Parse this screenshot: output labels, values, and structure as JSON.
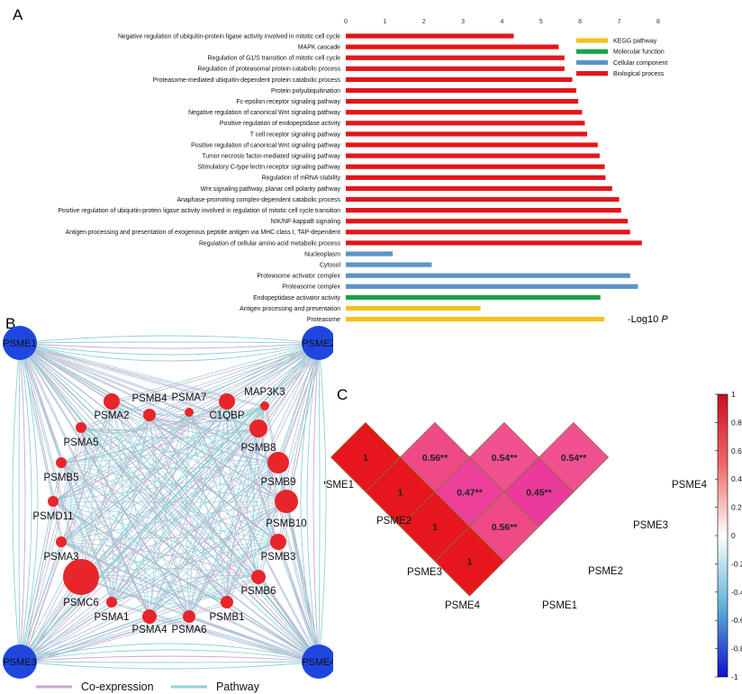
{
  "chart_data": [
    {
      "type": "bar",
      "panel_label": "A",
      "orientation": "horizontal",
      "xlabel_main": "-Log10 ",
      "xlabel_italic": "P",
      "xlim": [
        0,
        8
      ],
      "ticks": [
        "0",
        "1",
        "2",
        "3",
        "4",
        "5",
        "6",
        "7",
        "8"
      ],
      "legend_position": "top-right",
      "legend": [
        {
          "name": "KEGG pathway",
          "color": "#f2c21b"
        },
        {
          "name": "Molecular function",
          "color": "#1f9e4a"
        },
        {
          "name": "Cellular component",
          "color": "#5b94c8"
        },
        {
          "name": "Biological process",
          "color": "#e3161b"
        }
      ],
      "bars": [
        {
          "label": "Negative regulation of ubiquitin-protein ligase activity involved in mitotic cell cycle",
          "value": 4.3,
          "group": 3
        },
        {
          "label": "MAPK cascade",
          "value": 5.45,
          "group": 3
        },
        {
          "label": "Regulation of G1/S transition of mitotic cell cycle",
          "value": 5.6,
          "group": 3
        },
        {
          "label": "Regulation of proteasomal protein catabolic process",
          "value": 5.6,
          "group": 3
        },
        {
          "label": "Proteasome-mediated ubiquitin-dependent protein catabolic process",
          "value": 5.8,
          "group": 3
        },
        {
          "label": "Protein polyubiquitination",
          "value": 5.9,
          "group": 3
        },
        {
          "label": "Fc-epsilon receptor signaling pathway",
          "value": 5.95,
          "group": 3
        },
        {
          "label": "Negative regulation of canonical Wnt signaling pathway",
          "value": 6.05,
          "group": 3
        },
        {
          "label": "Positive regulation of endopeptidase activity",
          "value": 6.12,
          "group": 3
        },
        {
          "label": "T cell receptor signaling pathway",
          "value": 6.18,
          "group": 3
        },
        {
          "label": "Positive regulation of canonical Wnt signaling pathway",
          "value": 6.45,
          "group": 3
        },
        {
          "label": "Tumor necrosis factor-mediated signaling pathway",
          "value": 6.5,
          "group": 3
        },
        {
          "label": "Stimulatory C-type lectin receptor signaling pathway",
          "value": 6.63,
          "group": 3
        },
        {
          "label": "Regulation of mRNA stability",
          "value": 6.65,
          "group": 3
        },
        {
          "label": "Wnt signaling pathway, planar cell polarity pathway",
          "value": 6.82,
          "group": 3
        },
        {
          "label": "Anaphase-promoting complex-dependent catabolic process",
          "value": 7.0,
          "group": 3
        },
        {
          "label": "Positive regulation of ubiquitin-protein ligase activity involved in regulation of mitotic cell cycle transition",
          "value": 7.05,
          "group": 3
        },
        {
          "label": "NIK/NF-kappaB signaling",
          "value": 7.22,
          "group": 3
        },
        {
          "label": "Antigen processing and presentation of exogenous peptide antigen via MHC class I, TAP-dependent",
          "value": 7.28,
          "group": 3
        },
        {
          "label": "Regulation of cellular amino acid metabolic process",
          "value": 7.58,
          "group": 3
        },
        {
          "label": "Nucleoplasm",
          "value": 1.2,
          "group": 2
        },
        {
          "label": "Cytosol",
          "value": 2.2,
          "group": 2
        },
        {
          "label": "Proteasome activator complex",
          "value": 7.28,
          "group": 2
        },
        {
          "label": "Proteasome complex",
          "value": 7.48,
          "group": 2
        },
        {
          "label": "Endopeptidase activator activity",
          "value": 6.52,
          "group": 1
        },
        {
          "label": "Antigen processing and presentation",
          "value": 3.45,
          "group": 0
        },
        {
          "label": "Proteasome",
          "value": 6.62,
          "group": 0
        }
      ]
    },
    {
      "type": "network",
      "panel_label": "B",
      "legend": [
        {
          "name": "Co-expression",
          "color": "#c9a6cf"
        },
        {
          "name": "Pathway",
          "color": "#92d0d5"
        }
      ],
      "hubs": [
        "PSME1",
        "PSME2",
        "PSME3",
        "PSME4"
      ],
      "nodes": [
        "PSMB4",
        "PSMA7",
        "PSMA2",
        "C1QBP",
        "MAP3K3",
        "PSMA5",
        "PSMB8",
        "PSMB5",
        "PSMB9",
        "PSMD11",
        "PSMB10",
        "PSMA3",
        "PSMB3",
        "PSMB6",
        "PSMC6",
        "PSMA1",
        "PSMB1",
        "PSMA4",
        "PSMA6"
      ]
    },
    {
      "type": "heatmap",
      "panel_label": "C",
      "left_labels": [
        "PSME1",
        "PSME2",
        "PSME3",
        "PSME4"
      ],
      "right_labels": [
        "PSME4",
        "PSME3",
        "PSME2",
        "PSME1"
      ],
      "cells": [
        {
          "row": 0,
          "col": 0,
          "value": 1,
          "label": "1"
        },
        {
          "row": 1,
          "col": 1,
          "value": 1,
          "label": "1"
        },
        {
          "row": 2,
          "col": 2,
          "value": 1,
          "label": "1"
        },
        {
          "row": 3,
          "col": 3,
          "value": 1,
          "label": "1"
        },
        {
          "row": 1,
          "col": 0,
          "value": 0.56,
          "label": "0.56**"
        },
        {
          "row": 2,
          "col": 1,
          "value": 0.47,
          "label": "0.47**"
        },
        {
          "row": 3,
          "col": 2,
          "value": 0.56,
          "label": "0.56**"
        },
        {
          "row": 2,
          "col": 0,
          "value": 0.54,
          "label": "0.54**"
        },
        {
          "row": 3,
          "col": 1,
          "value": 0.45,
          "label": "0.45**"
        },
        {
          "row": 3,
          "col": 0,
          "value": 0.54,
          "label": "0.54**"
        }
      ],
      "colorbar": {
        "range": [
          -1,
          1
        ],
        "ticks": [
          "1",
          "0.8",
          "0.6",
          "0.4",
          "0.2",
          "0",
          "-0.2",
          "-0.4",
          "-0.6",
          "-0.8",
          "-1"
        ]
      }
    }
  ]
}
